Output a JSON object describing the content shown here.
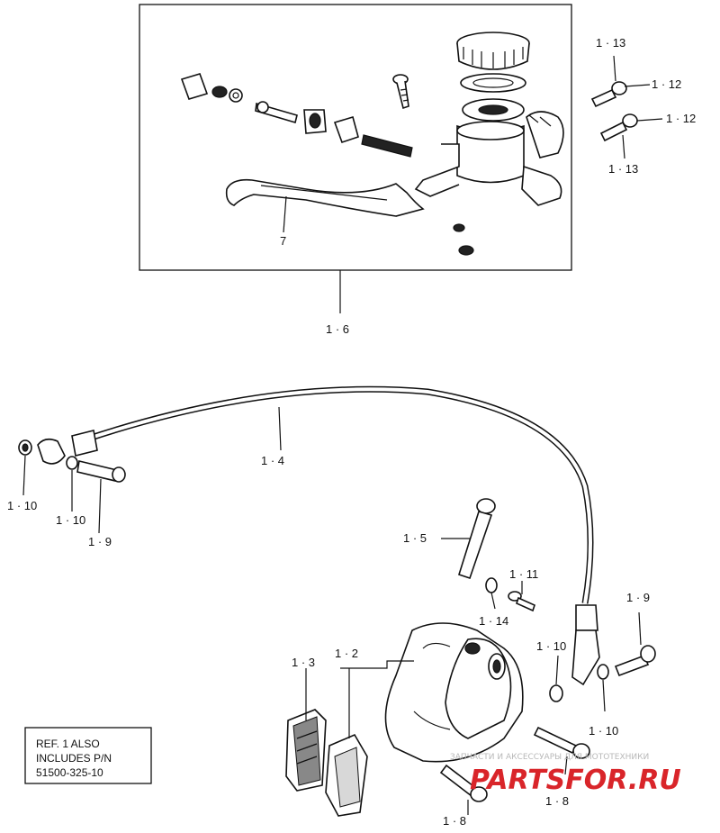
{
  "callouts": {
    "c1_13_top": "1 · 13",
    "c1_12_top": "1 · 12",
    "c1_12_mid": "1 · 12",
    "c1_13_mid": "1 · 13",
    "c7": "7",
    "c1_6": "1 · 6",
    "c1_4": "1 · 4",
    "c1_10_a": "1 · 10",
    "c1_10_b": "1 · 10",
    "c1_9_left": "1 · 9",
    "c1_5": "1 · 5",
    "c1_11": "1 · 11",
    "c1_14": "1 · 14",
    "c1_9_right": "1 · 9",
    "c1_10_c": "1 · 10",
    "c1_10_d": "1 · 10",
    "c1_3": "1 · 3",
    "c1_2": "1 · 2",
    "c1_8_left": "1 · 8",
    "c1_8_right": "1 · 8"
  },
  "note": {
    "line1": "REF. 1 ALSO",
    "line2": "INCLUDES P/N",
    "line3": "51500-325-10"
  },
  "watermark": {
    "small": "ЗАПЧАСТИ И АКСЕССУАРЫ ДЛЯ МОТОТЕХНИКИ",
    "large": "PARTSFOR.RU"
  }
}
